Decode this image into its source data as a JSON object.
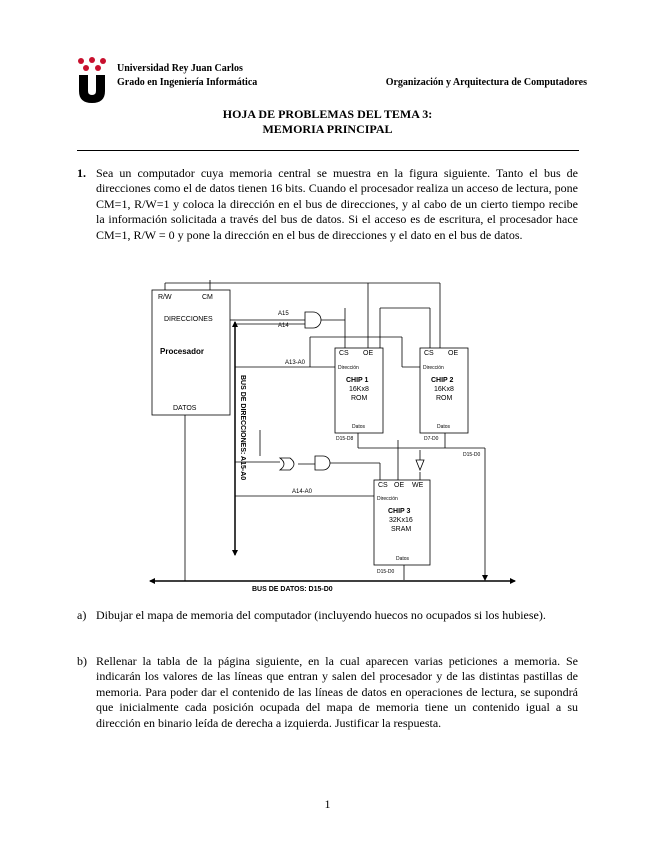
{
  "header": {
    "university": "Universidad Rey Juan Carlos",
    "degree": "Grado en Ingeniería Informática",
    "course": "Organización y Arquitectura de Computadores"
  },
  "title": {
    "line1": "HOJA DE PROBLEMAS DEL TEMA 3:",
    "line2": "MEMORIA PRINCIPAL"
  },
  "problem1": {
    "number": "1.",
    "text": "Sea un computador cuya memoria central se muestra en la figura siguiente. Tanto el bus de direcciones como el de datos tienen 16 bits. Cuando el procesador realiza un acceso de lectura, pone CM=1, R/W=1 y coloca la dirección en el bus de direcciones, y al cabo de un cierto tiempo recibe la información solicitada a través del bus de datos. Si el acceso es de escritura, el procesador hace CM=1, R/W = 0 y pone la dirección en el bus de direcciones y el dato en el bus de datos."
  },
  "diagram": {
    "processor": {
      "rw": "R/W",
      "cm": "CM",
      "direcciones": "DIRECCIONES",
      "name": "Procesador",
      "datos": "DATOS"
    },
    "signals": {
      "a15": "A15",
      "a14": "A14",
      "a13_a0": "A13-A0",
      "a14_a0": "A14-A0"
    },
    "address_bus": "BUS DE DIRECCIONES: A15-A0",
    "data_bus": "BUS DE DATOS: D15-D0",
    "chip1": {
      "cs": "CS",
      "oe": "OE",
      "dir": "Dirección",
      "name": "CHIP 1",
      "size": "16Kx8",
      "type": "ROM",
      "datos": "Datos",
      "bus": "D15-D8"
    },
    "chip2": {
      "cs": "CS",
      "oe": "OE",
      "dir": "Dirección",
      "name": "CHIP 2",
      "size": "16Kx8",
      "type": "ROM",
      "datos": "Datos",
      "bus": "D7-D0"
    },
    "chip3": {
      "cs": "CS",
      "oe": "OE",
      "we": "WE",
      "dir": "Dirección",
      "name": "CHIP 3",
      "size": "32Kx16",
      "type": "SRAM",
      "datos": "Datos",
      "bus": "D15-D0"
    },
    "d15_d0_right": "D15-D0"
  },
  "part_a": {
    "label": "a)",
    "text": "Dibujar el mapa de memoria del computador (incluyendo huecos no ocupados si los hubiese)."
  },
  "part_b": {
    "label": "b)",
    "text": "Rellenar la tabla de la página siguiente, en la cual aparecen varias peticiones a memoria. Se indicarán los valores de las líneas que entran y salen del procesador y de las distintas pastillas de memoria. Para poder dar el contenido de las líneas de datos en operaciones de lectura, se supondrá que inicialmente cada posición ocupada del mapa de memoria tiene un contenido igual a su dirección en binario leída de derecha a izquierda. Justificar la respuesta."
  },
  "page_number": "1",
  "colors": {
    "logo_red": "#c8102e",
    "ink": "#000000"
  }
}
